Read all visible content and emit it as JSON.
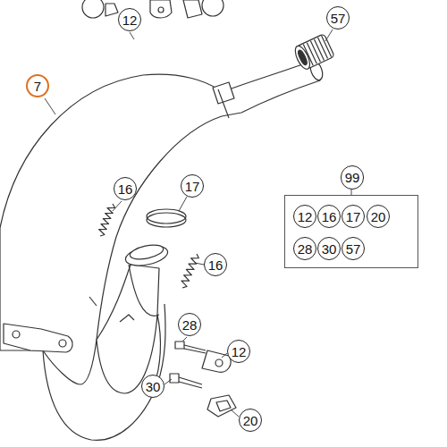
{
  "diagram": {
    "nodes": [
      {
        "text": [
          "12"
        ]
      },
      {
        "text": [
          "57"
        ]
      },
      {
        "text": [
          "7"
        ]
      },
      {
        "text": [
          "16"
        ]
      },
      {
        "text": [
          "17"
        ]
      },
      {
        "text": [
          "99"
        ]
      },
      {
        "text": [
          "12"
        ],
        "in": 5
      },
      {
        "text": [
          "16"
        ],
        "in": 5
      },
      {
        "text": [
          "17"
        ],
        "in": 5
      },
      {
        "text": [
          "20"
        ],
        "in": 5
      },
      {
        "text": [
          "28"
        ],
        "in": 5
      },
      {
        "text": [
          "30"
        ],
        "in": 5
      },
      {
        "text": [
          "57"
        ],
        "in": 5
      },
      {
        "text": [
          "16"
        ]
      },
      {
        "text": [
          "28"
        ]
      },
      {
        "text": [
          "12"
        ]
      },
      {
        "text": [
          "30"
        ]
      },
      {
        "text": [
          "20"
        ]
      }
    ]
  }
}
